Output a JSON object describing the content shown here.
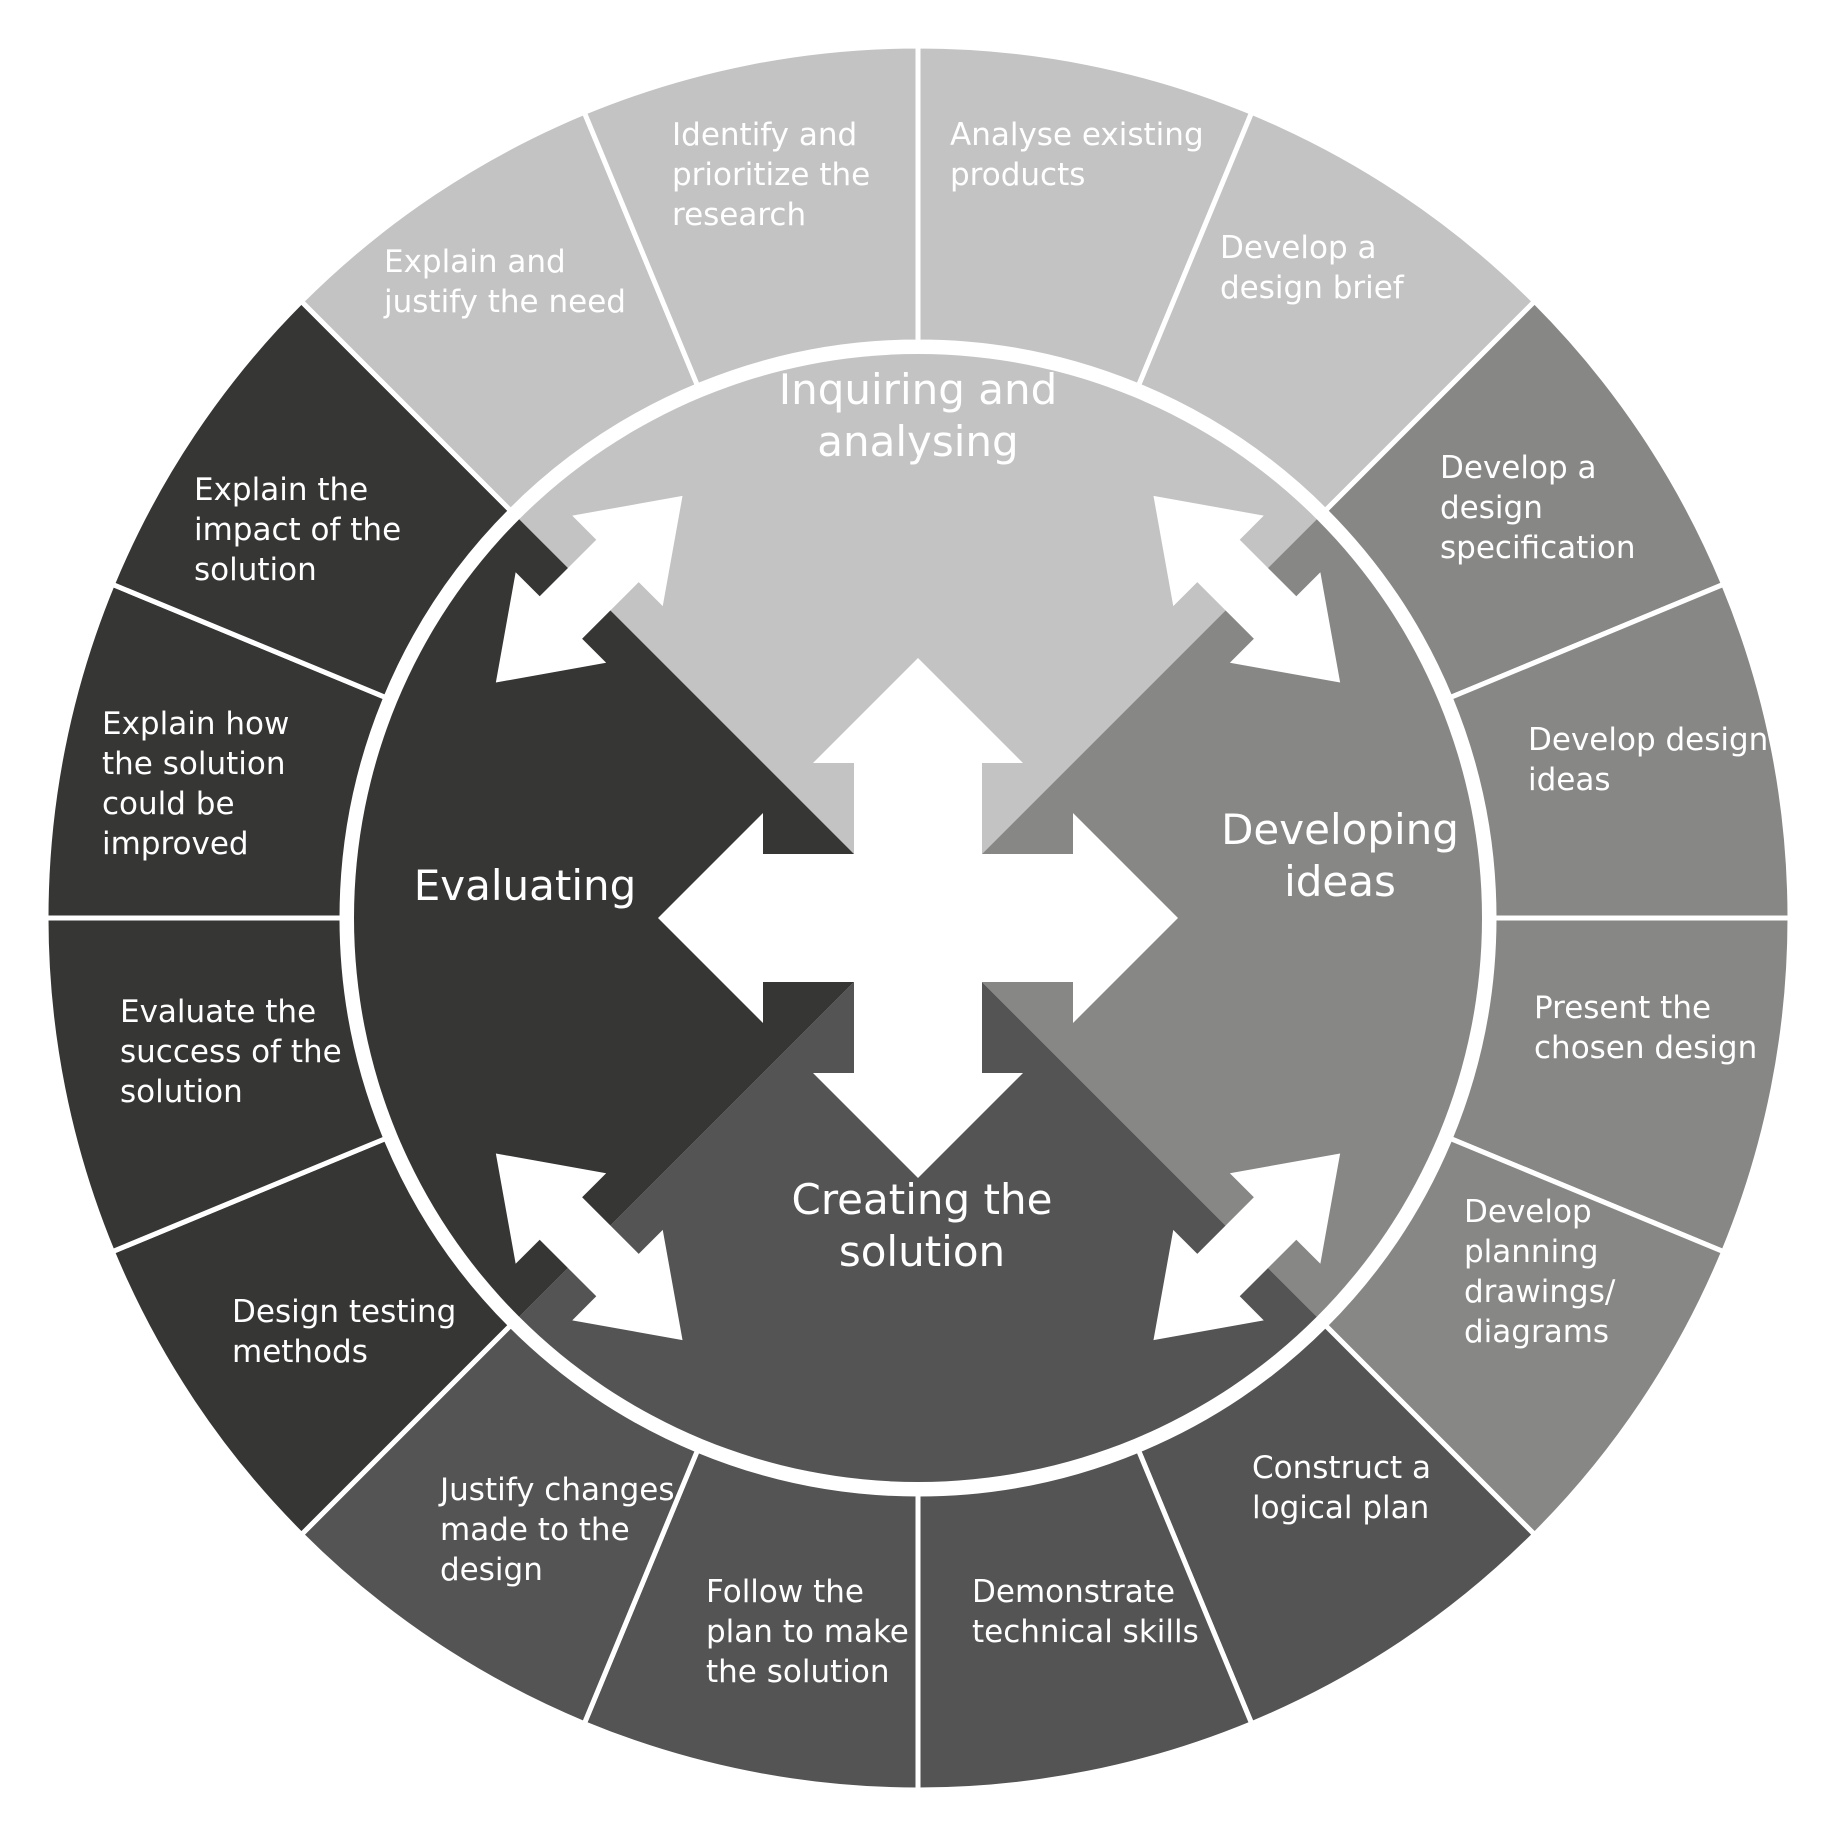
{
  "colors": {
    "inquiring": "#c3c3c3",
    "developing": "#878786",
    "creating": "#545454",
    "evaluating": "#363635",
    "arrow": "#ffffff",
    "divider": "#ffffff"
  },
  "phases": [
    {
      "key": "inquiring",
      "lines": [
        "Inquiring and",
        "analysing"
      ]
    },
    {
      "key": "developing",
      "lines": [
        "Developing",
        "ideas"
      ]
    },
    {
      "key": "creating",
      "lines": [
        "Creating the",
        "solution"
      ]
    },
    {
      "key": "evaluating",
      "lines": [
        "Evaluating"
      ]
    }
  ],
  "segments": [
    {
      "phase": "inquiring",
      "lines": [
        "Analyse existing",
        "products"
      ]
    },
    {
      "phase": "inquiring",
      "lines": [
        "Develop a",
        "design brief"
      ]
    },
    {
      "phase": "developing",
      "lines": [
        "Develop a",
        "design",
        "specification"
      ]
    },
    {
      "phase": "developing",
      "lines": [
        "Develop design",
        "ideas"
      ]
    },
    {
      "phase": "developing",
      "lines": [
        "Present the",
        "chosen design"
      ]
    },
    {
      "phase": "developing",
      "lines": [
        "Develop",
        "planning",
        "drawings/",
        "diagrams"
      ]
    },
    {
      "phase": "creating",
      "lines": [
        "Construct a",
        "logical plan"
      ]
    },
    {
      "phase": "creating",
      "lines": [
        "Demonstrate",
        "technical skills"
      ]
    },
    {
      "phase": "creating",
      "lines": [
        "Follow the",
        "plan to make",
        "the solution"
      ]
    },
    {
      "phase": "creating",
      "lines": [
        "Justify changes",
        "made to the",
        "design"
      ]
    },
    {
      "phase": "evaluating",
      "lines": [
        "Design testing",
        "methods"
      ]
    },
    {
      "phase": "evaluating",
      "lines": [
        "Evaluate the",
        "success of the",
        "solution"
      ]
    },
    {
      "phase": "evaluating",
      "lines": [
        "Explain how",
        "the solution",
        "could be",
        "improved"
      ]
    },
    {
      "phase": "evaluating",
      "lines": [
        "Explain the",
        "impact of the",
        "solution"
      ]
    },
    {
      "phase": "inquiring",
      "lines": [
        "Explain and",
        "justify the need"
      ]
    },
    {
      "phase": "inquiring",
      "lines": [
        "Identify and",
        "prioritize the",
        "research"
      ]
    }
  ]
}
